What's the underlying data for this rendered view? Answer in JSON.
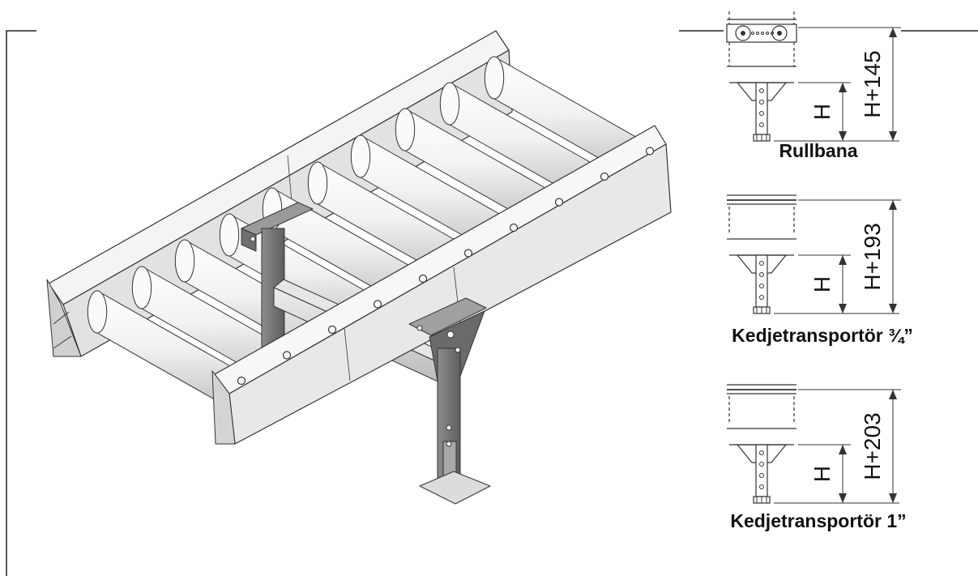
{
  "diagram": {
    "variants": [
      {
        "caption": "Rullbana",
        "leg_label": "H",
        "total_label": "H+145"
      },
      {
        "caption": "Kedjetransportör ¾”",
        "leg_label": "H",
        "total_label": "H+193"
      },
      {
        "caption": "Kedjetransportör 1”",
        "leg_label": "H",
        "total_label": "H+203"
      }
    ]
  }
}
